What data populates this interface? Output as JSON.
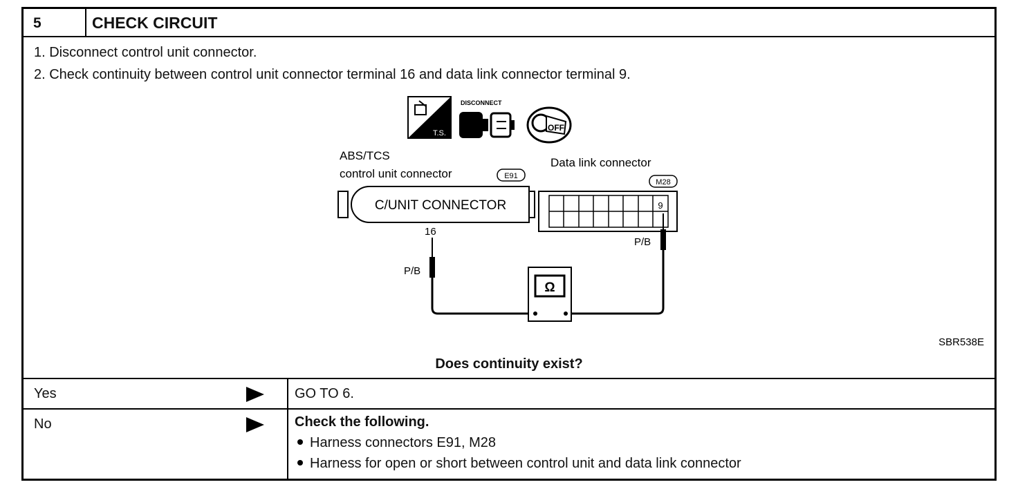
{
  "header": {
    "step_number": "5",
    "title": "CHECK CIRCUIT"
  },
  "steps": [
    "1.  Disconnect control unit connector.",
    "2.  Check continuity between control unit connector terminal 16 and data link connector terminal 9."
  ],
  "figure": {
    "icon_ts_label": "T.S.",
    "icon_disconnect_label": "DISCONNECT",
    "icon_off_label": "OFF",
    "left_connector_title_1": "ABS/TCS",
    "left_connector_title_2": "control unit connector",
    "left_connector_code": "E91",
    "left_connector_body": "C/UNIT CONNECTOR",
    "left_terminal": "16",
    "left_wire_color": "P/B",
    "right_connector_title": "Data link connector",
    "right_connector_code": "M28",
    "right_terminal": "9",
    "right_wire_color": "P/B",
    "ohmmeter_symbol": "Ω",
    "figure_id": "SBR538E"
  },
  "question": "Does continuity exist?",
  "results": {
    "yes": {
      "label": "Yes",
      "action": "GO TO 6."
    },
    "no": {
      "label": "No",
      "heading": "Check the following.",
      "items": [
        "Harness connectors E91, M28",
        "Harness for open or short between control unit and data link connector"
      ]
    }
  }
}
